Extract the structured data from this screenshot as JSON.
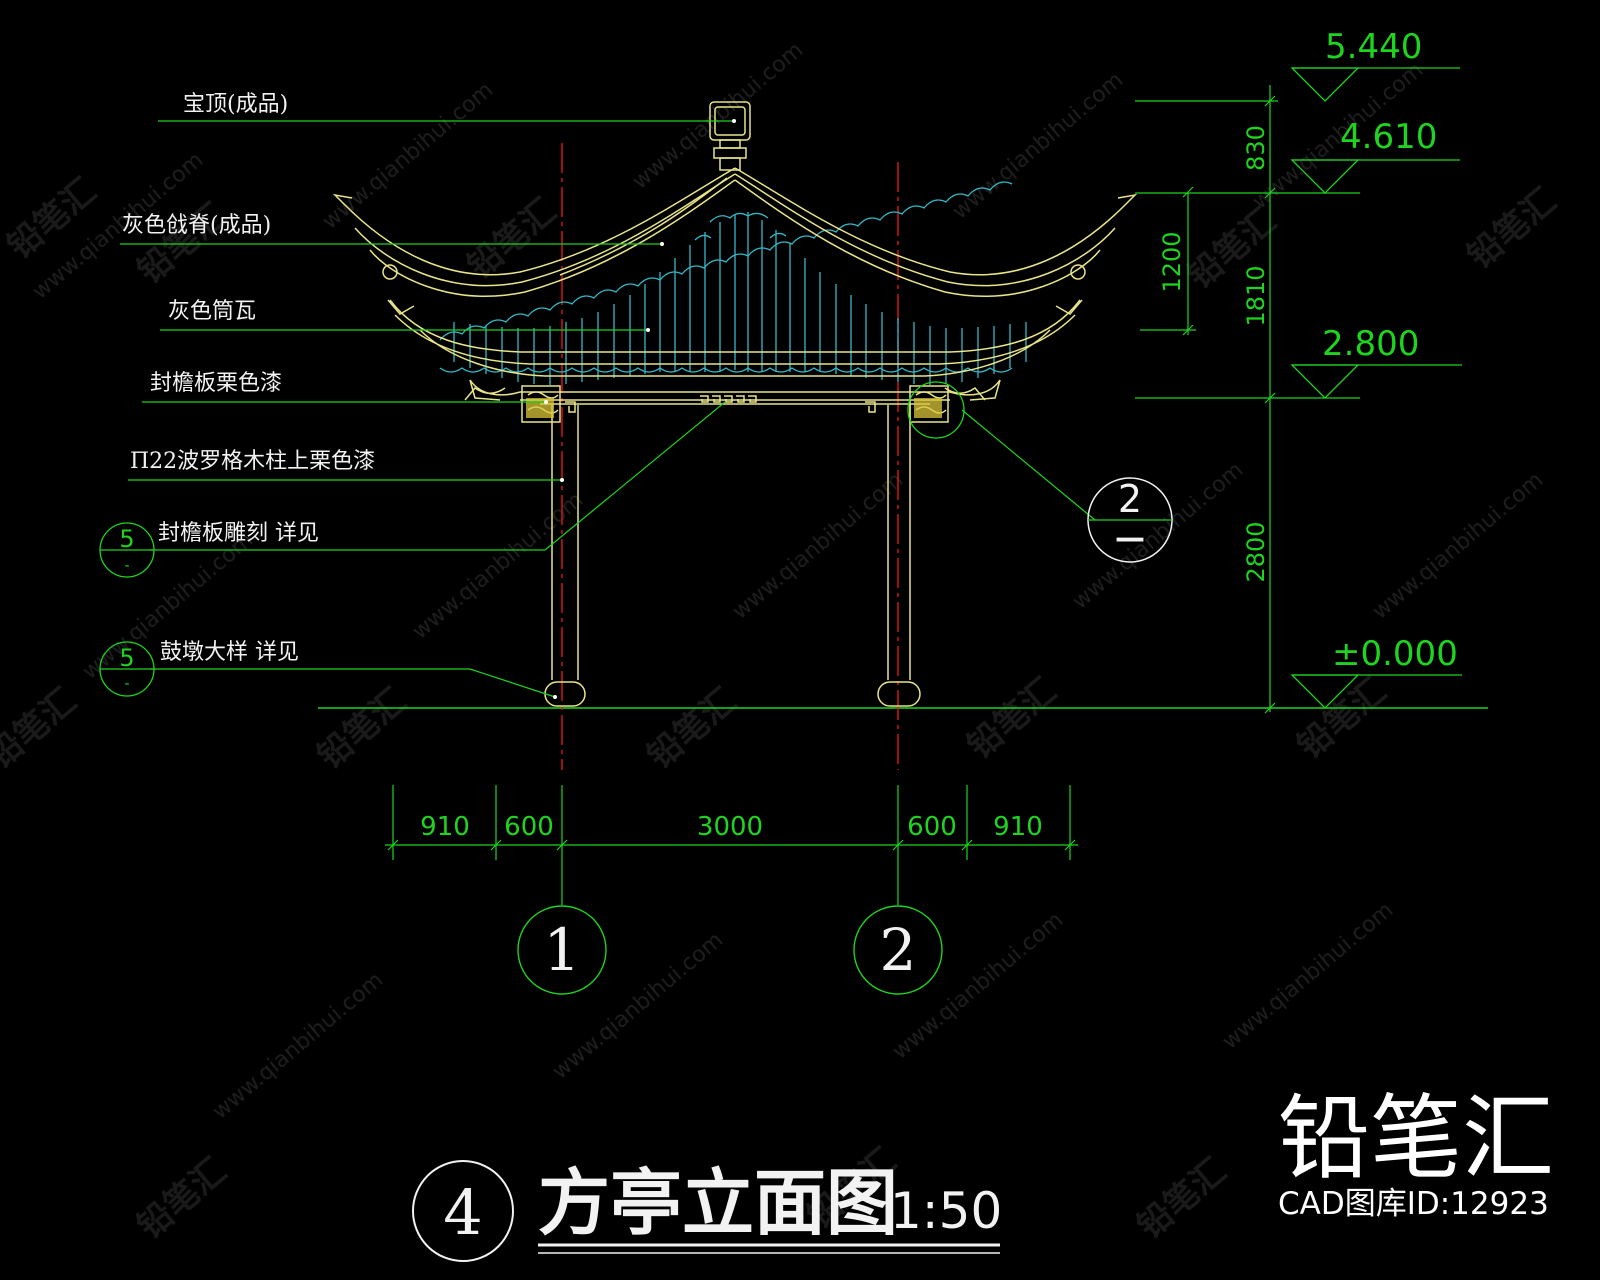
{
  "drawing": {
    "title": "方亭立面图",
    "scale": "1:50",
    "title_marker": "4"
  },
  "colors": {
    "background": "#000000",
    "green": "#1fd41f",
    "red": "#e01818",
    "yellow": "#e8e48a",
    "cyan": "#35b9c9",
    "white": "#f2f2f2"
  },
  "labels": [
    {
      "id": "finial",
      "text": "宝顶(成品)"
    },
    {
      "id": "ridge",
      "text": "灰色戗脊(成品)"
    },
    {
      "id": "tile",
      "text": "灰色筒瓦"
    },
    {
      "id": "eave-board",
      "text": "封檐板栗色漆"
    },
    {
      "id": "column",
      "text": "Π22波罗格木柱上栗色漆"
    },
    {
      "id": "eave-carving",
      "text": "封檐板雕刻 详见",
      "ref_num": "5",
      "ref_sheet": "-"
    },
    {
      "id": "drum-base",
      "text": "鼓墩大样 详见",
      "ref_num": "5",
      "ref_sheet": "-"
    }
  ],
  "elevations": [
    "5.440",
    "4.610",
    "2.800",
    "±0.000"
  ],
  "vertical_dims": {
    "inner": [
      "1200"
    ],
    "outer": [
      "830",
      "1810",
      "2800"
    ]
  },
  "horizontal_dims": [
    "910",
    "600",
    "3000",
    "600",
    "910"
  ],
  "axes": [
    "1",
    "2"
  ],
  "detail_callout": {
    "num": "2",
    "sheet": "—"
  },
  "watermark": {
    "brand": "铅笔汇",
    "id_text": "CAD图库ID:12923",
    "url": "www.qianbihui.com"
  }
}
